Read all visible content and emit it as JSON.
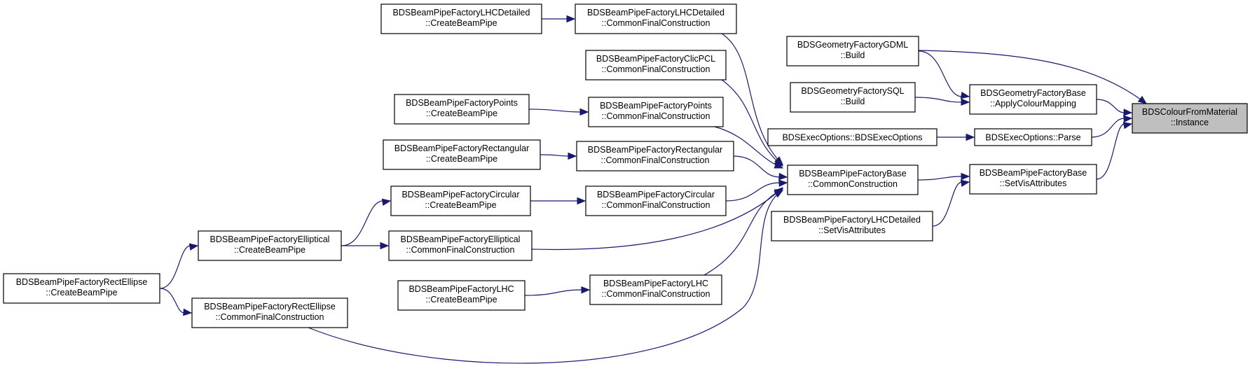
{
  "colors": {
    "edge": "#191970",
    "root_fill": "#bfbfbf",
    "node_fill": "#ffffff",
    "border": "#000000"
  },
  "nodes": [
    {
      "id": "root",
      "line1": "BDSColourFromMaterial",
      "line2": "::Instance"
    },
    {
      "id": "gfb_acm",
      "line1": "BDSGeometryFactoryBase",
      "line2": "::ApplyColourMapping"
    },
    {
      "id": "eo_parse",
      "line1": "BDSExecOptions::Parse",
      "line2": ""
    },
    {
      "id": "bpfb_sva",
      "line1": "BDSBeamPipeFactoryBase",
      "line2": "::SetVisAttributes"
    },
    {
      "id": "gf_gdml",
      "line1": "BDSGeometryFactoryGDML",
      "line2": "::Build"
    },
    {
      "id": "gf_sql",
      "line1": "BDSGeometryFactorySQL",
      "line2": "::Build"
    },
    {
      "id": "eo_ctor",
      "line1": "BDSExecOptions::BDSExecOptions",
      "line2": ""
    },
    {
      "id": "bpfb_cc",
      "line1": "BDSBeamPipeFactoryBase",
      "line2": "::CommonConstruction"
    },
    {
      "id": "lhcd_sva",
      "line1": "BDSBeamPipeFactoryLHCDetailed",
      "line2": "::SetVisAttributes"
    },
    {
      "id": "lhcd_cfc",
      "line1": "BDSBeamPipeFactoryLHCDetailed",
      "line2": "::CommonFinalConstruction"
    },
    {
      "id": "clic_cfc",
      "line1": "BDSBeamPipeFactoryClicPCL",
      "line2": "::CommonFinalConstruction"
    },
    {
      "id": "pts_cfc",
      "line1": "BDSBeamPipeFactoryPoints",
      "line2": "::CommonFinalConstruction"
    },
    {
      "id": "rect_cfc",
      "line1": "BDSBeamPipeFactoryRectangular",
      "line2": "::CommonFinalConstruction"
    },
    {
      "id": "circ_cfc",
      "line1": "BDSBeamPipeFactoryCircular",
      "line2": "::CommonFinalConstruction"
    },
    {
      "id": "ell_cfc",
      "line1": "BDSBeamPipeFactoryElliptical",
      "line2": "::CommonFinalConstruction"
    },
    {
      "id": "lhc_cfc",
      "line1": "BDSBeamPipeFactoryLHC",
      "line2": "::CommonFinalConstruction"
    },
    {
      "id": "re_cfc",
      "line1": "BDSBeamPipeFactoryRectEllipse",
      "line2": "::CommonFinalConstruction"
    },
    {
      "id": "lhcd_cbp",
      "line1": "BDSBeamPipeFactoryLHCDetailed",
      "line2": "::CreateBeamPipe"
    },
    {
      "id": "pts_cbp",
      "line1": "BDSBeamPipeFactoryPoints",
      "line2": "::CreateBeamPipe"
    },
    {
      "id": "rect_cbp",
      "line1": "BDSBeamPipeFactoryRectangular",
      "line2": "::CreateBeamPipe"
    },
    {
      "id": "circ_cbp",
      "line1": "BDSBeamPipeFactoryCircular",
      "line2": "::CreateBeamPipe"
    },
    {
      "id": "lhc_cbp",
      "line1": "BDSBeamPipeFactoryLHC",
      "line2": "::CreateBeamPipe"
    },
    {
      "id": "ell_cbp",
      "line1": "BDSBeamPipeFactoryElliptical",
      "line2": "::CreateBeamPipe"
    },
    {
      "id": "re_cbp",
      "line1": "BDSBeamPipeFactoryRectEllipse",
      "line2": "::CreateBeamPipe"
    }
  ],
  "edges": [
    {
      "from": "gf_gdml",
      "to": "root"
    },
    {
      "from": "gfb_acm",
      "to": "root"
    },
    {
      "from": "eo_parse",
      "to": "root"
    },
    {
      "from": "bpfb_sva",
      "to": "root"
    },
    {
      "from": "gf_gdml",
      "to": "gfb_acm"
    },
    {
      "from": "gf_sql",
      "to": "gfb_acm"
    },
    {
      "from": "eo_ctor",
      "to": "eo_parse"
    },
    {
      "from": "bpfb_cc",
      "to": "bpfb_sva"
    },
    {
      "from": "lhcd_sva",
      "to": "bpfb_sva"
    },
    {
      "from": "lhcd_cfc",
      "to": "bpfb_cc"
    },
    {
      "from": "clic_cfc",
      "to": "bpfb_cc"
    },
    {
      "from": "pts_cfc",
      "to": "bpfb_cc"
    },
    {
      "from": "rect_cfc",
      "to": "bpfb_cc"
    },
    {
      "from": "circ_cfc",
      "to": "bpfb_cc"
    },
    {
      "from": "ell_cfc",
      "to": "bpfb_cc"
    },
    {
      "from": "lhc_cfc",
      "to": "bpfb_cc"
    },
    {
      "from": "re_cfc",
      "to": "bpfb_cc"
    },
    {
      "from": "lhcd_cbp",
      "to": "lhcd_cfc"
    },
    {
      "from": "pts_cbp",
      "to": "pts_cfc"
    },
    {
      "from": "rect_cbp",
      "to": "rect_cfc"
    },
    {
      "from": "circ_cbp",
      "to": "circ_cfc"
    },
    {
      "from": "lhc_cbp",
      "to": "lhc_cfc"
    },
    {
      "from": "ell_cbp",
      "to": "ell_cfc"
    },
    {
      "from": "ell_cbp",
      "to": "circ_cbp"
    },
    {
      "from": "re_cbp",
      "to": "ell_cbp"
    },
    {
      "from": "re_cbp",
      "to": "re_cfc"
    }
  ]
}
